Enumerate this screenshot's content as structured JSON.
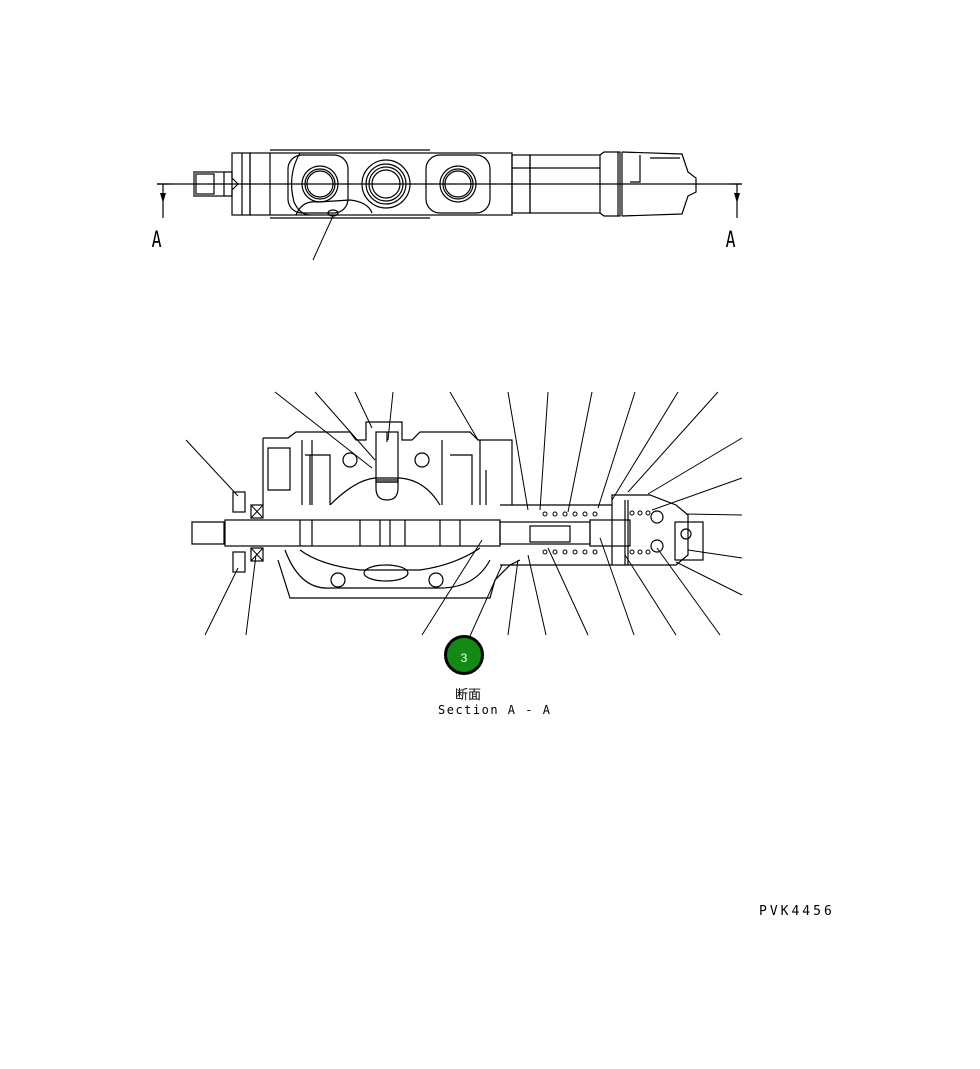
{
  "diagram": {
    "type": "hydraulic control valve parts drawing",
    "top_view": {
      "section_marker_left": "A",
      "section_marker_right": "A"
    },
    "section_view": {
      "callout": {
        "number": "3",
        "color": "#138a13",
        "border": "#000000"
      },
      "caption_jp": "断面",
      "caption_en": "Section A - A"
    },
    "drawing_id": "PVK4456"
  }
}
